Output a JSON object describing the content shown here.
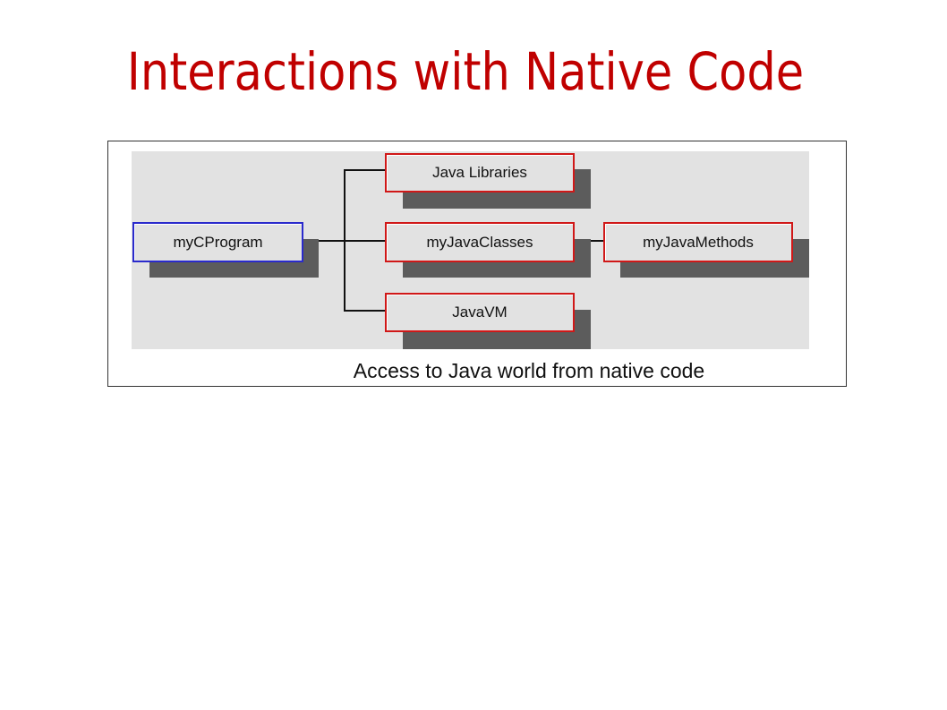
{
  "slide": {
    "title": "Interactions with Native Code"
  },
  "diagram": {
    "root": {
      "label": "myCProgram"
    },
    "children": [
      {
        "label": "Java Libraries"
      },
      {
        "label": "myJavaClasses"
      },
      {
        "label": "JavaVM"
      }
    ],
    "grandchild": {
      "label": "myJavaMethods"
    },
    "caption": "Access to Java world from native code",
    "colors": {
      "root_border": "#2a2acc",
      "node_border": "#d01818",
      "panel_background": "#e2e2e2",
      "shadow": "#5c5c5c",
      "title": "#c00000"
    }
  }
}
